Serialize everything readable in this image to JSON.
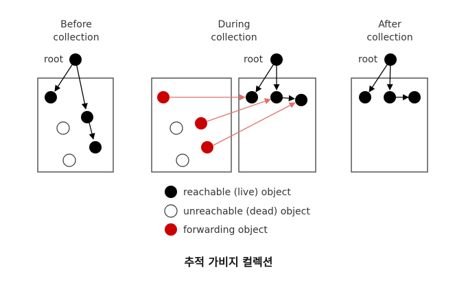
{
  "headings": {
    "before": [
      "Before",
      "collection"
    ],
    "during": [
      "During",
      "collection"
    ],
    "after": [
      "After",
      "collection"
    ]
  },
  "root_label": "root",
  "legend": {
    "reachable": "reachable (live) object",
    "unreachable": "unreachable (dead) object",
    "forwarding": "forwarding object"
  },
  "caption": "추적 가비지 컬렉션",
  "colors": {
    "live": "#000000",
    "forwarding": "#cc0000",
    "forward_arrow": "#e07070",
    "box_border": "#555555"
  }
}
